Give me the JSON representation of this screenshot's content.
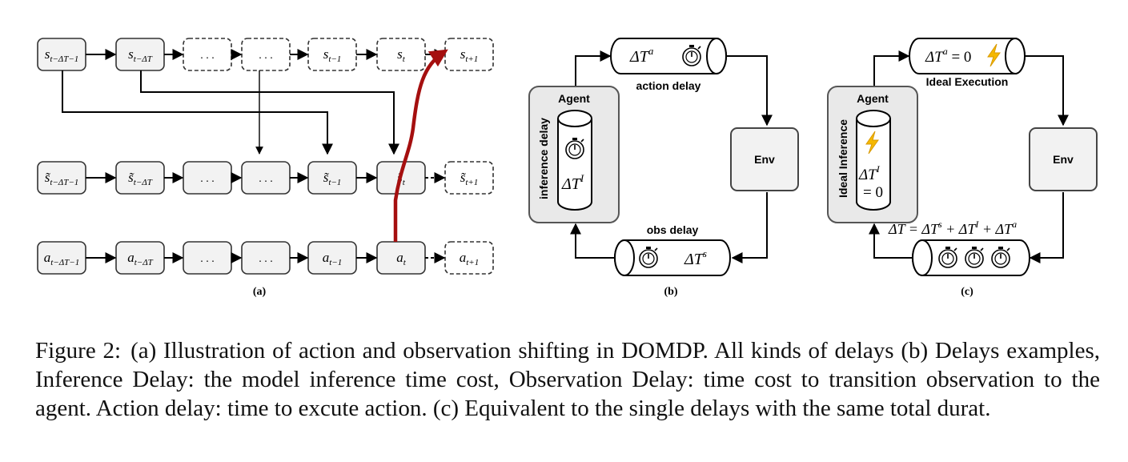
{
  "panel_a": {
    "label": "(a)",
    "row_s": [
      {
        "base": "s",
        "sub": "t−ΔT−1",
        "tilde": false,
        "dashed": false
      },
      {
        "base": "s",
        "sub": "t−ΔT",
        "tilde": false,
        "dashed": false
      },
      {
        "base": ". . .",
        "sub": "",
        "tilde": false,
        "dashed": true
      },
      {
        "base": ". . .",
        "sub": "",
        "tilde": false,
        "dashed": true
      },
      {
        "base": "s",
        "sub": "t−1",
        "tilde": false,
        "dashed": true
      },
      {
        "base": "s",
        "sub": "t",
        "tilde": false,
        "dashed": true
      },
      {
        "base": "s",
        "sub": "t+1",
        "tilde": false,
        "dashed": true
      }
    ],
    "row_stilde": [
      {
        "base": "s",
        "sub": "t−ΔT−1",
        "tilde": true,
        "dashed": false
      },
      {
        "base": "s",
        "sub": "t−ΔT",
        "tilde": true,
        "dashed": false
      },
      {
        "base": ". . .",
        "sub": "",
        "tilde": false,
        "dashed": false
      },
      {
        "base": ". . .",
        "sub": "",
        "tilde": false,
        "dashed": false
      },
      {
        "base": "s",
        "sub": "t−1",
        "tilde": true,
        "dashed": false
      },
      {
        "base": "s",
        "sub": "t",
        "tilde": true,
        "dashed": false
      },
      {
        "base": "s",
        "sub": "t+1",
        "tilde": true,
        "dashed": true
      }
    ],
    "row_a": [
      {
        "base": "a",
        "sub": "t−ΔT−1",
        "tilde": false,
        "dashed": false
      },
      {
        "base": "a",
        "sub": "t−ΔT",
        "tilde": false,
        "dashed": false
      },
      {
        "base": ". . .",
        "sub": "",
        "tilde": false,
        "dashed": false
      },
      {
        "base": ". . .",
        "sub": "",
        "tilde": false,
        "dashed": false
      },
      {
        "base": "a",
        "sub": "t−1",
        "tilde": false,
        "dashed": false
      },
      {
        "base": "a",
        "sub": "t",
        "tilde": false,
        "dashed": false
      },
      {
        "base": "a",
        "sub": "t+1",
        "tilde": false,
        "dashed": true
      }
    ]
  },
  "panel_b": {
    "label": "(b)",
    "agent_title": "Agent",
    "inference_label": "inference delay",
    "inference_math": "ΔT",
    "inference_sup": "I",
    "action_math": "ΔT",
    "action_sup": "a",
    "action_caption": "action delay",
    "env_label": "Env",
    "obs_caption": "obs delay",
    "obs_math": "ΔT",
    "obs_sup": "s"
  },
  "panel_c": {
    "label": "(c)",
    "agent_title": "Agent",
    "inference_label": "Ideal Inference",
    "inference_math_1": "ΔT",
    "inference_sup": "I",
    "inference_math_2": "= 0",
    "action_math": "ΔT",
    "action_sup": "a",
    "action_eq": " = 0",
    "action_caption": "Ideal Execution",
    "env_label": "Env",
    "total_lhs": "ΔT = ΔT",
    "total_sup_s": "s",
    "total_mid1": " + ΔT",
    "total_sup_i": "I",
    "total_mid2": " + ΔT",
    "total_sup_a": "a"
  },
  "caption": {
    "label": "Figure 2:",
    "text": "(a) Illustration of action and observation shifting in DOMDP. All kinds of delays (b) Delays examples, Inference Delay: the model inference time cost, Observation Delay: time cost to transition observation to the agent. Action delay: time to excute action. (c) Equivalent to the single delays with the same total durat."
  },
  "colors": {
    "box_fill": "#f2f2f2",
    "stroke": "#000000",
    "red_arrow": "#a50f0f",
    "panel_fill": "#e9e9e9",
    "lightning": "#f5b800"
  }
}
